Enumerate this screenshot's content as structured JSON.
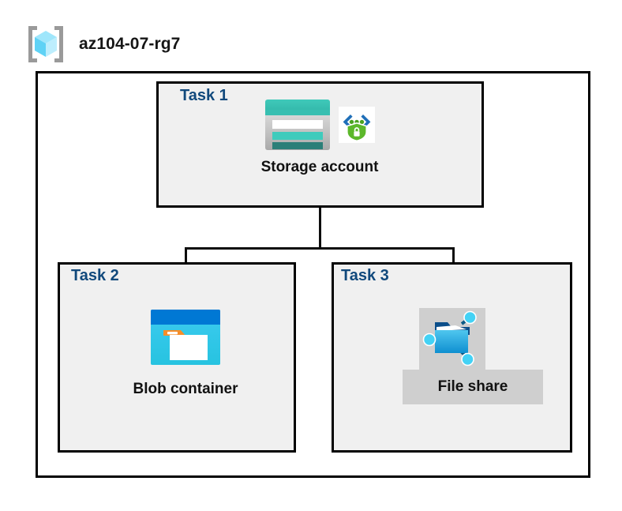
{
  "header": {
    "icon": "resource-group-icon",
    "title": "az104-07-rg7"
  },
  "diagram": {
    "container_label": "resource-group-container",
    "tasks": [
      {
        "label": "Task 1",
        "node": {
          "caption": "Storage account",
          "icons": [
            "storage-account-icon",
            "secure-endpoint-icon"
          ]
        }
      },
      {
        "label": "Task 2",
        "node": {
          "caption": "Blob container",
          "icons": [
            "blob-container-icon"
          ]
        }
      },
      {
        "label": "Task 3",
        "node": {
          "caption": "File share",
          "icons": [
            "file-share-icon"
          ],
          "selected": true
        }
      }
    ],
    "connectors": [
      {
        "name": "storage-to-branch-trunk"
      },
      {
        "name": "branch-horizontal-bar"
      },
      {
        "name": "branch-to-blob-container"
      },
      {
        "name": "branch-to-file-share"
      }
    ]
  },
  "colors": {
    "task_label": "#11497c",
    "box_fill": "#f0f0f0",
    "page_background": "#ffffff",
    "line": "#0d0d0d",
    "selection_plate": "#cfcfcf",
    "storage_teal": "#37bfb1",
    "storage_teal_dark": "#2b7f78",
    "blob_blue": "#0078d4",
    "blob_cyan": "#32c8f0",
    "blob_orange": "#f78d28",
    "fileshare_blue": "#35b4e8",
    "node_cyan": "#44d2f5",
    "shield_green": "#5cb82b",
    "bracket_gray": "#9a9a9a",
    "cube_cyan": "#7fdcf7"
  }
}
